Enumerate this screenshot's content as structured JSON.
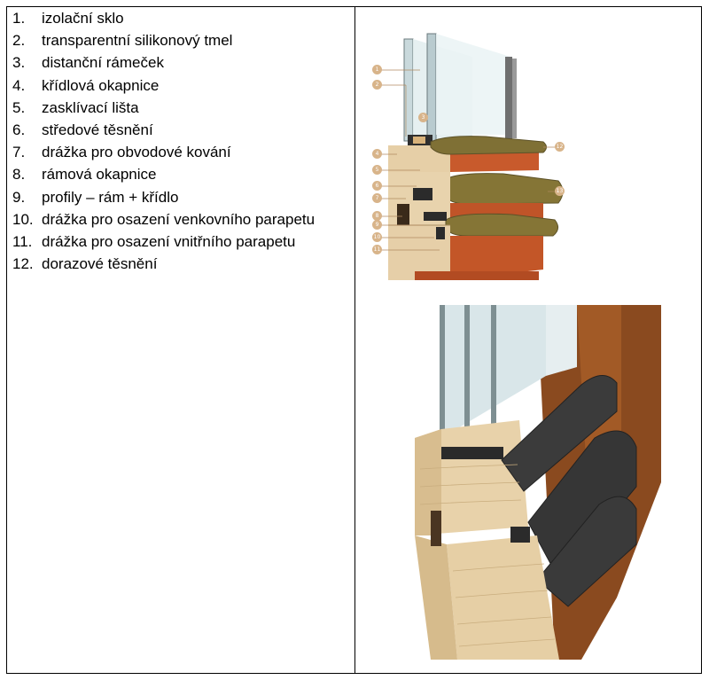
{
  "items": [
    {
      "num": "1.",
      "text": "izolační sklo"
    },
    {
      "num": "2.",
      "text": "transparentní silikonový tmel"
    },
    {
      "num": "3.",
      "text": "distanční rámeček"
    },
    {
      "num": "4.",
      "text": "křídlová okapnice"
    },
    {
      "num": "5.",
      "text": "zasklívací lišta"
    },
    {
      "num": "6.",
      "text": "středové těsnění"
    },
    {
      "num": "7.",
      "text": "drážka pro obvodové kování"
    },
    {
      "num": "8.",
      "text": "rámová okapnice"
    },
    {
      "num": "9.",
      "text": "profily – rám + křídlo"
    },
    {
      "num": "10.",
      "text": "drážka pro osazení venkovního parapetu"
    },
    {
      "num": "11.",
      "text": "drážka pro osazení vnitřního parapetu"
    },
    {
      "num": "12.",
      "text": "dorazové těsnění"
    }
  ],
  "diagram_badges": [
    "1",
    "2",
    "3",
    "4",
    "5",
    "6",
    "7",
    "8",
    "9",
    "10",
    "11",
    "12",
    "13"
  ],
  "colors": {
    "wood_face": "#c25a2e",
    "wood_light": "#e8d2ae",
    "drip_metal": "#8a7a3c",
    "glass": "#dce9ec",
    "badge": "#d8b48a",
    "aluminium_dark": "#3b3b3b"
  }
}
